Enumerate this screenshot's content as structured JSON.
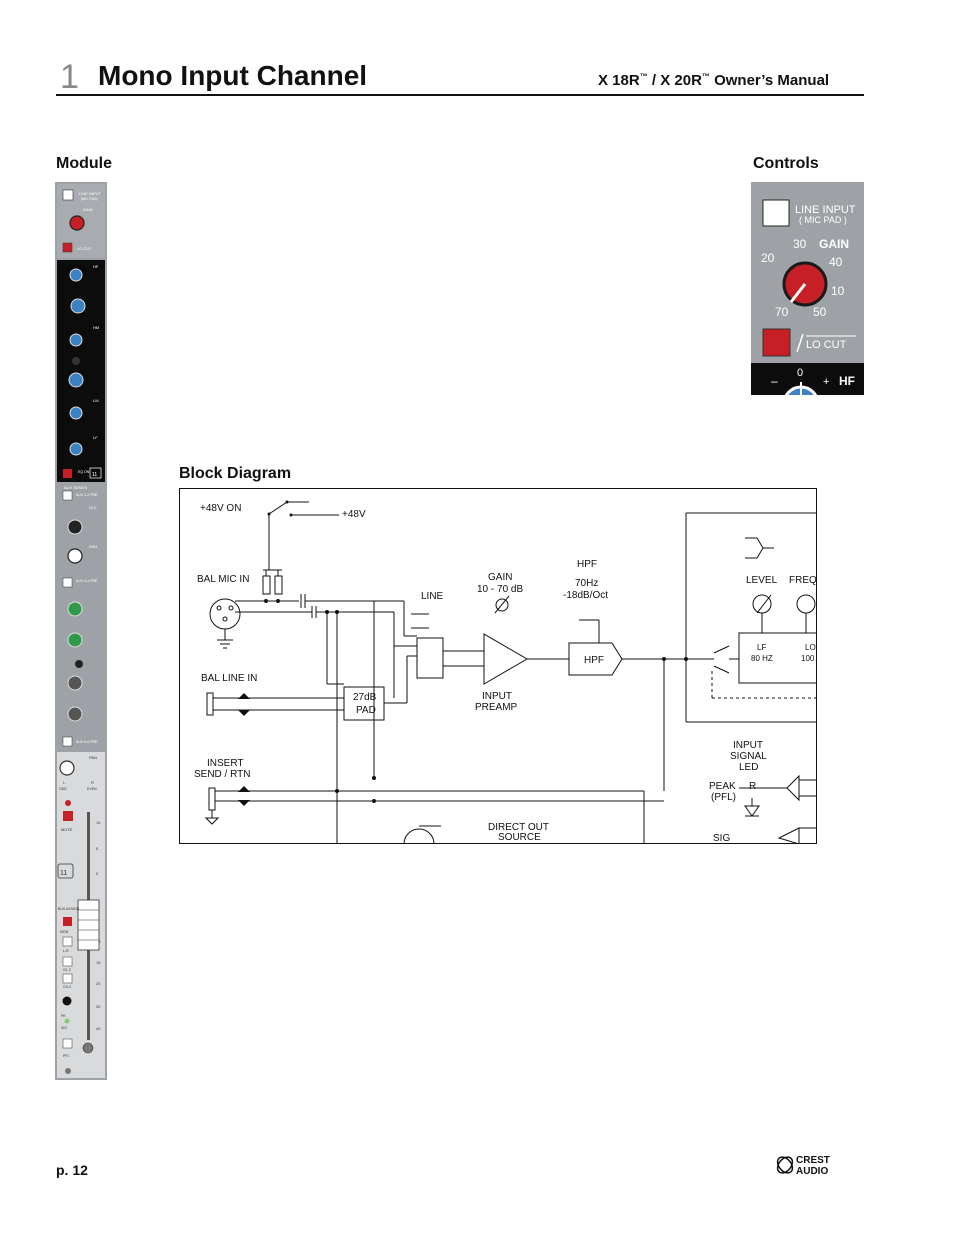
{
  "header": {
    "chapter_number": "1",
    "chapter_title": "Mono Input Channel",
    "manual_title": "X 18R",
    "tm1": "™",
    "manual_sep": " / X 20R",
    "tm2": "™",
    "manual_suffix": " Owner’s Manual"
  },
  "sections": {
    "module": "Module",
    "controls": "Controls",
    "block_diagram": "Block Diagram"
  },
  "controls_panel": {
    "line_input": "LINE INPUT",
    "mic_pad": "( MIC PAD )",
    "gain": "GAIN",
    "gain_marks": [
      "20",
      "30",
      "40",
      "50",
      "10",
      "70"
    ],
    "lo_cut": "LO CUT",
    "hf_minus": "–",
    "hf_zero": "0",
    "hf_plus": "+",
    "hf": "HF"
  },
  "module_strip": {
    "labels": [
      "LINE INPUT",
      "(MIC PAD)",
      "GAIN",
      "LO CUT",
      "HF",
      "HM",
      "LM",
      "LF",
      "EQ ON",
      "11",
      "AUX SENDS",
      "AUX 1-2 PRE",
      "LEV",
      "PAN",
      "AUX 3-4 PRE",
      "AUX 5-6 PRE",
      "PAN",
      "L",
      "R",
      "ODD",
      "EVEN",
      "MUTE",
      "11",
      "BUS ASSIGN",
      "MON",
      "L-R",
      "G1-2",
      "G3-4",
      "PK",
      "SIG",
      "PFL"
    ],
    "fader_scale": [
      "10",
      "5",
      "0",
      "5",
      "10",
      "15",
      "20",
      "30",
      "40"
    ]
  },
  "block_diagram": {
    "v48_on": "+48V  ON",
    "v48": "+48V",
    "bal_mic_in": "BAL MIC IN",
    "line": "LINE",
    "gain": "GAIN",
    "gain_range": "10 - 70 dB",
    "hpf_title": "HPF",
    "hpf_freq": "70Hz",
    "hpf_slope": "-18dB/Oct",
    "hpf_box": "HPF",
    "bal_line_in": "BAL LINE IN",
    "pad_1": "27dB",
    "pad_2": "PAD",
    "input": "INPUT",
    "preamp": "PREAMP",
    "insert": "INSERT",
    "send_rtn": "SEND / RTN",
    "direct_out": "DIRECT OUT",
    "source": "SOURCE",
    "level": "LEVEL",
    "freq": "FREQ",
    "lf": "LF",
    "lf_hz": "80 HZ",
    "lo": "LO",
    "lo_hz": "100",
    "input_signal_1": "INPUT",
    "input_signal_2": "SIGNAL",
    "input_signal_3": "LED",
    "peak": "PEAK",
    "r": "R",
    "pfl": "(PFL)",
    "sig": "SIG"
  },
  "footer": {
    "page": "p. 12",
    "logo_1": "CREST",
    "logo_2": "AUDIO"
  }
}
